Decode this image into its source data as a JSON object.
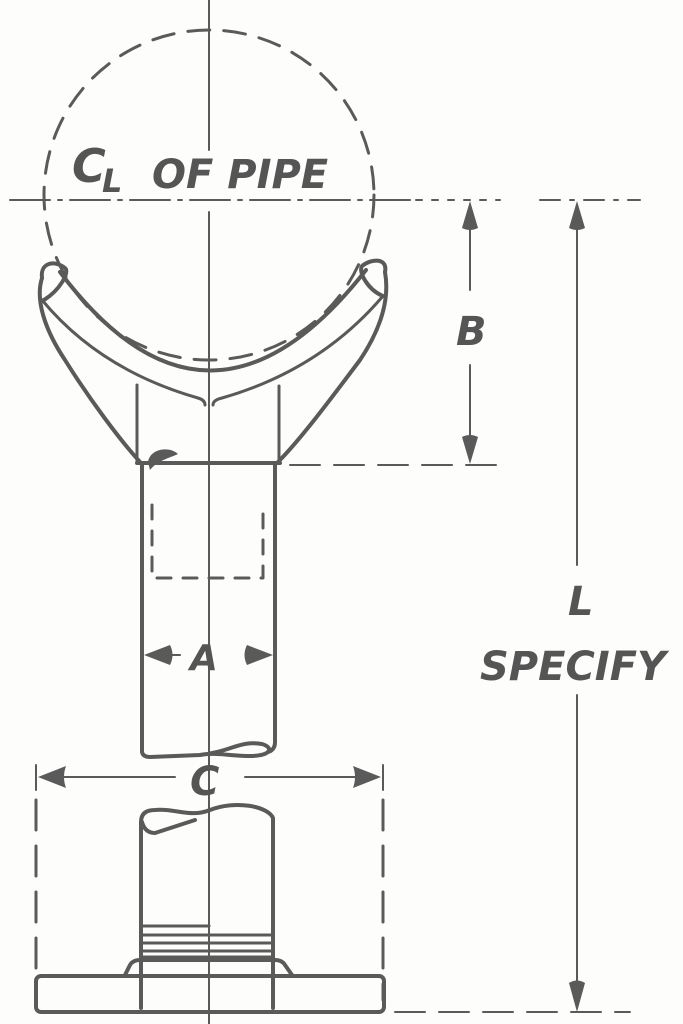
{
  "drawing": {
    "title_label": "CL OF PIPE",
    "centerline_symbol": {
      "c": "C",
      "l": "L"
    },
    "centerline_suffix": "OF PIPE",
    "dimensions": {
      "a": {
        "label": "A"
      },
      "b": {
        "label": "B"
      },
      "c": {
        "label": "C"
      },
      "l": {
        "label": "L",
        "note": "SPECIFY"
      }
    },
    "colors": {
      "line": "#5a5a5a",
      "paper": "#fdfdfc",
      "text": "#555555"
    }
  }
}
